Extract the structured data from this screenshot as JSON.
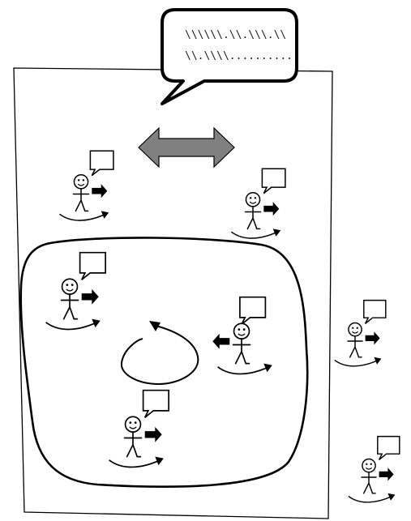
{
  "speech_bubble": {
    "line1": "\\\\\\\\\\\\.\\\\.\\\\\\.\\\\",
    "line2": "\\\\.\\\\\\\\.........."
  },
  "figures": [
    {
      "name": "figure-top-left",
      "arrow": "right"
    },
    {
      "name": "figure-top-right",
      "arrow": "right"
    },
    {
      "name": "figure-inner-top-left",
      "arrow": "right"
    },
    {
      "name": "figure-inner-right",
      "arrow": "left"
    },
    {
      "name": "figure-inner-bottom",
      "arrow": "right"
    },
    {
      "name": "figure-outside-right",
      "arrow": "right"
    },
    {
      "name": "figure-outside-bottom-right",
      "arrow": "right"
    }
  ],
  "colors": {
    "line": "#000000",
    "double_arrow_fill": "#808080",
    "background": "#ffffff"
  }
}
